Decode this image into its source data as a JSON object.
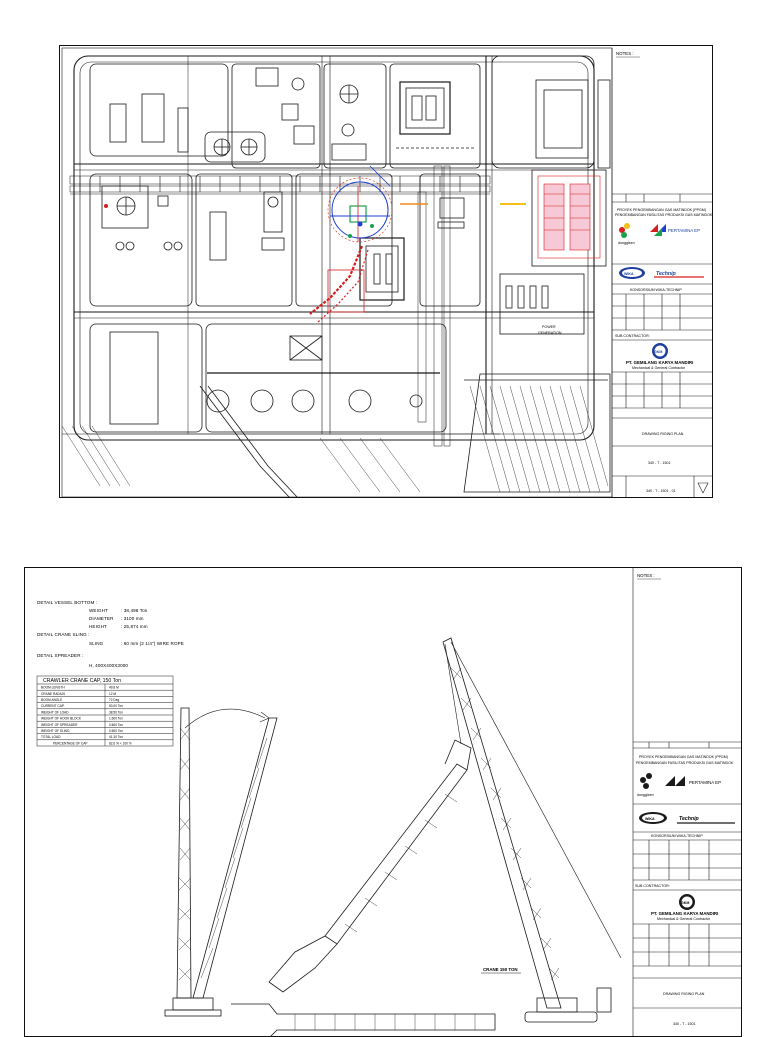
{
  "sheet1": {
    "notes_label": "NOTES :",
    "project_lines": [
      "PROYEK PENGEMBANGAN GAS MATINDOK (PPGM)",
      "PENGEMBANGAN FASILITAS PRODUKSI GAS MATINDOK"
    ],
    "logo_left_text": "donggisen",
    "pertamina_text": "PERTAMINA EP",
    "wika_text": "WIKA",
    "technip_text": "Technip",
    "consortium": "KONSORSIUM WIKA-TECHNIP",
    "subcontractor_label": "SUB CONTRACTOR:",
    "gkm_text": "GKM",
    "company": "PT. GEMILANG KARYA MANDIRI",
    "company_sub": "Mechanical & General Contractor",
    "drawing_title": "DRAWING RIGING PLAN",
    "drawing_number": "340 - T - 1501",
    "drawing_number_2": "340 - T - 1501 - 01",
    "power_label": [
      "POWER",
      "GENERATION"
    ]
  },
  "sheet2": {
    "notes_label": "NOTES :",
    "detail_vessel_label": "DETAIL VESSEL BOTTOM :",
    "vessel_rows": [
      {
        "k": "WEIGHT",
        "v": ": 38,498 Ton"
      },
      {
        "k": "DIAMETER",
        "v": ": 3100 mm"
      },
      {
        "k": "HEIGHT",
        "v": ": 25,874 mm"
      }
    ],
    "detail_sling_label": "DETAIL CRANE SLING :",
    "sling_row": {
      "k": "SLING",
      "v": ": 60 mm (2 1/4\") WIRE ROPE"
    },
    "detail_spreader_label": "DETAIL SPREADER :",
    "spreader_value": "H, 400X400X3000",
    "crane_table_title": "CRAWLER CRANE CAP, 150 Ton",
    "crane_table_rows": [
      [
        "BOOM LENGTH",
        "49.8 M"
      ],
      [
        "CRANE RADIUS",
        "12 M"
      ],
      [
        "BOOM ANGLE",
        "72 Deg"
      ],
      [
        "CURRENT CAP.",
        "50.00 Ton"
      ],
      [
        "WEIGHT OF LOAD",
        "38.50 Ton"
      ],
      [
        "WEIGHT OF HOOK BLOCK",
        "1.600 Ton"
      ],
      [
        "WEIGHT OF SPREADER",
        "0.600 Ton"
      ],
      [
        "WEIGHT OF SLING",
        "0.600 Ton"
      ],
      [
        "TOTAL LOAD",
        "41.30 Ton"
      ],
      [
        "PERCENTAGE OF CAP",
        "82.6 % < 100 %"
      ]
    ],
    "crane_label": "CRANE 150 TON",
    "project_lines": [
      "PROYEK PENGEMBANGAN GAS MATINDOK (PPGM)",
      "PENGEMBANGAN FASILITAS PRODUKSI GAS MATINDOK"
    ],
    "logo_left_text": "donggisen",
    "pertamina_text": "PERTAMINA EP",
    "wika_text": "WIKA",
    "technip_text": "Technip",
    "consortium": "KONSORSIUM WIKA-TECHNIP",
    "subcontractor_label": "SUB CONTRACTOR:",
    "gkm_text": "GKM",
    "company": "PT. GEMILANG KARYA MANDIRI",
    "company_sub": "Mechanical & General Contractor",
    "drawing_title": "DRAWING RIGING PLAN",
    "drawing_number": "340 - T - 1501"
  },
  "colors": {
    "line": "#1a1a1a",
    "red": "#d81e1e",
    "blue": "#1f3fd0",
    "green": "#18a34a",
    "pink": "#ef7fa0",
    "orange": "#f08a1c",
    "yellow": "#f2c21a",
    "wika_blue": "#1e3f9e"
  }
}
